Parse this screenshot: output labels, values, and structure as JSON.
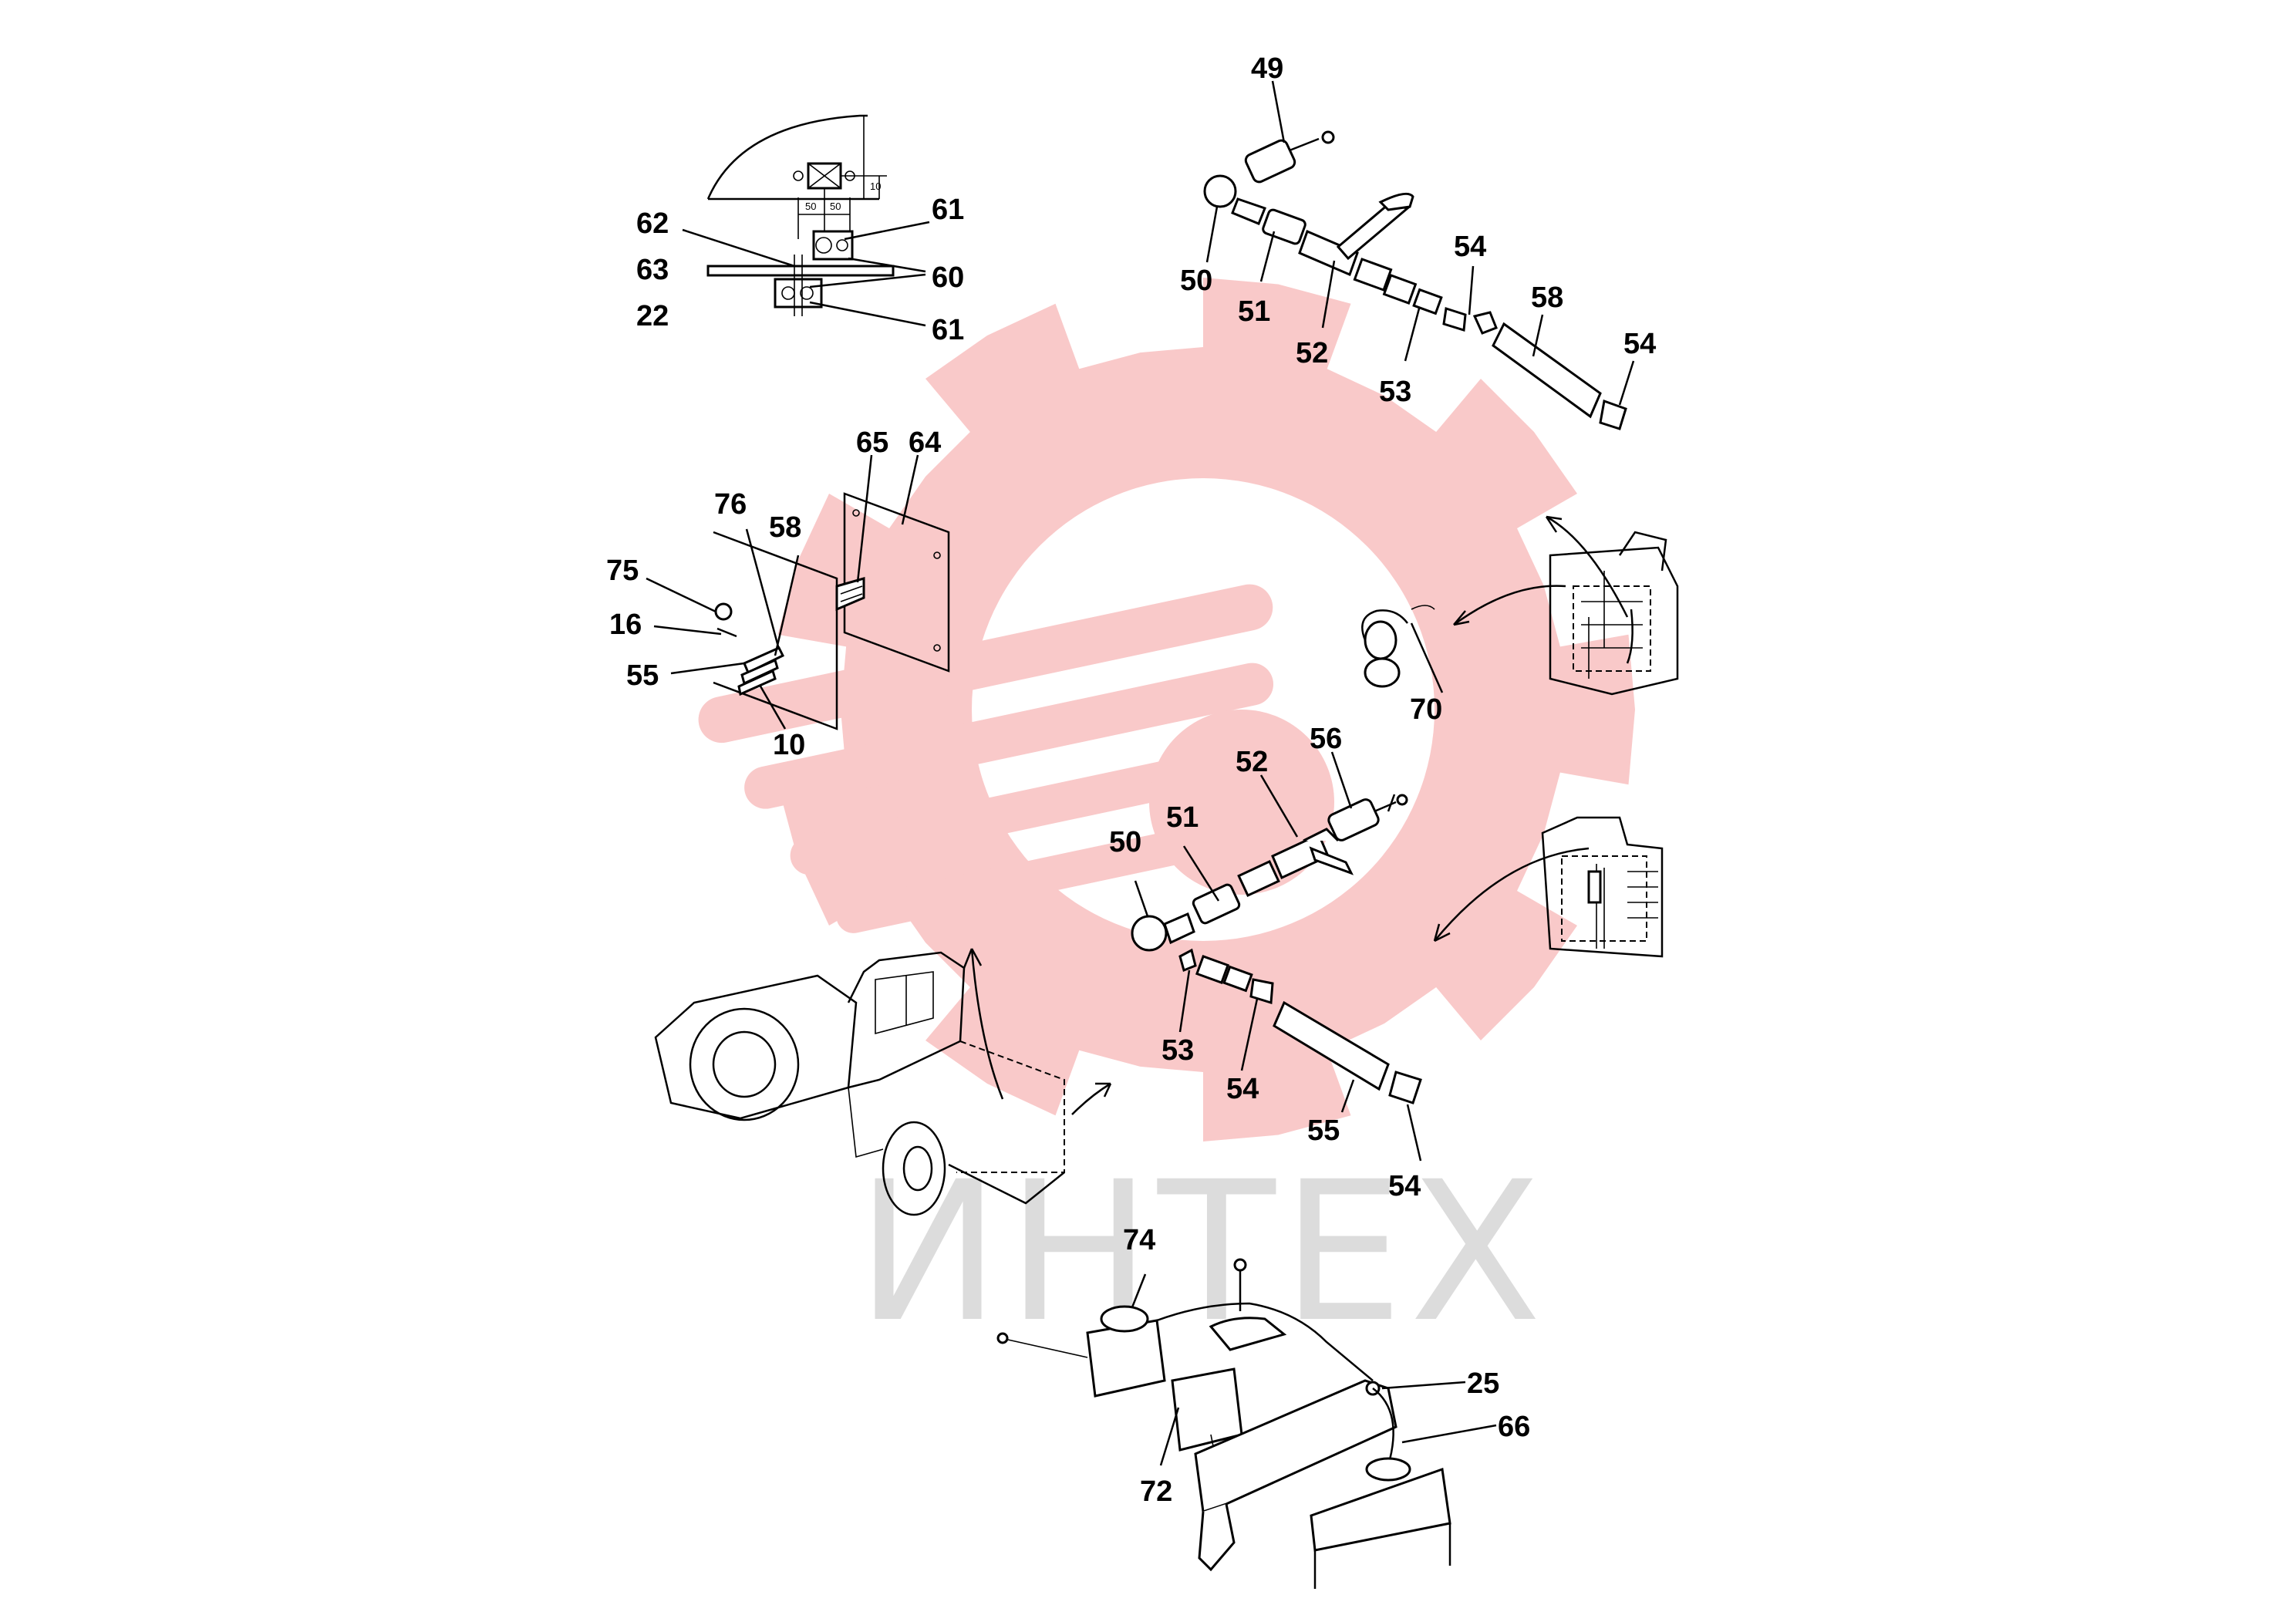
{
  "watermark": {
    "text": "ИНТЕХ",
    "gear_color": "#f9c9c9",
    "text_color": "#dcdcdc"
  },
  "dimension_labels": [
    "50",
    "50",
    "10"
  ],
  "callouts": [
    {
      "id": "c49",
      "text": "49"
    },
    {
      "id": "c50a",
      "text": "50"
    },
    {
      "id": "c51a",
      "text": "51"
    },
    {
      "id": "c52a",
      "text": "52"
    },
    {
      "id": "c53a",
      "text": "53"
    },
    {
      "id": "c54a",
      "text": "54"
    },
    {
      "id": "c58a",
      "text": "58"
    },
    {
      "id": "c54b",
      "text": "54"
    },
    {
      "id": "c62",
      "text": "62"
    },
    {
      "id": "c63",
      "text": "63"
    },
    {
      "id": "c22",
      "text": "22"
    },
    {
      "id": "c61a",
      "text": "61"
    },
    {
      "id": "c60",
      "text": "60"
    },
    {
      "id": "c61b",
      "text": "61"
    },
    {
      "id": "c65",
      "text": "65"
    },
    {
      "id": "c64",
      "text": "64"
    },
    {
      "id": "c76",
      "text": "76"
    },
    {
      "id": "c58b",
      "text": "58"
    },
    {
      "id": "c75",
      "text": "75"
    },
    {
      "id": "c16",
      "text": "16"
    },
    {
      "id": "c55a",
      "text": "55"
    },
    {
      "id": "c10",
      "text": "10"
    },
    {
      "id": "c70",
      "text": "70"
    },
    {
      "id": "c52b",
      "text": "52"
    },
    {
      "id": "c56",
      "text": "56"
    },
    {
      "id": "c51b",
      "text": "51"
    },
    {
      "id": "c50b",
      "text": "50"
    },
    {
      "id": "c53b",
      "text": "53"
    },
    {
      "id": "c54c",
      "text": "54"
    },
    {
      "id": "c55b",
      "text": "55"
    },
    {
      "id": "c54d",
      "text": "54"
    },
    {
      "id": "c74",
      "text": "74"
    },
    {
      "id": "c25",
      "text": "25"
    },
    {
      "id": "c66",
      "text": "66"
    },
    {
      "id": "c72",
      "text": "72"
    }
  ]
}
